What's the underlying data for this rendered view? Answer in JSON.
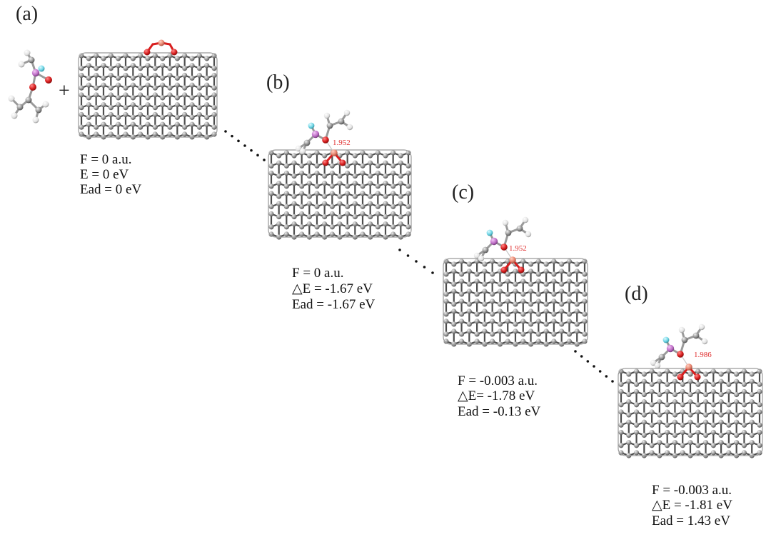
{
  "colors": {
    "carbon": "#8a8a8a",
    "carbon_edge": "#4d4d4d",
    "oxygen": "#d81e1e",
    "boron": "#e8856f",
    "phosphorus": "#c070c8",
    "fluorine": "#6fd6e6",
    "hydrogen": "#e9e9e9",
    "bond_label": "#e03030",
    "dots": "#111111"
  },
  "plus_sign": "+",
  "panels": [
    {
      "id": "a",
      "label": "(a)",
      "has_molecule_adsorbed": false,
      "bond_length": "",
      "info": [
        "F = 0 a.u.",
        "E = 0 eV",
        "Ead = 0 eV"
      ]
    },
    {
      "id": "b",
      "label": "(b)",
      "has_molecule_adsorbed": true,
      "bond_length": "1.952",
      "info": [
        "F = 0 a.u.",
        "△E = -1.67 eV",
        "Ead = -1.67 eV"
      ]
    },
    {
      "id": "c",
      "label": "(c)",
      "has_molecule_adsorbed": true,
      "bond_length": "1.952",
      "info": [
        "F = -0.003 a.u.",
        "△E= -1.78 eV",
        "Ead = -0.13 eV"
      ]
    },
    {
      "id": "d",
      "label": "(d)",
      "has_molecule_adsorbed": true,
      "bond_length": "1.986",
      "info": [
        "F = -0.003 a.u.",
        "△E = -1.81 eV",
        "Ead = 1.43 eV"
      ]
    }
  ]
}
